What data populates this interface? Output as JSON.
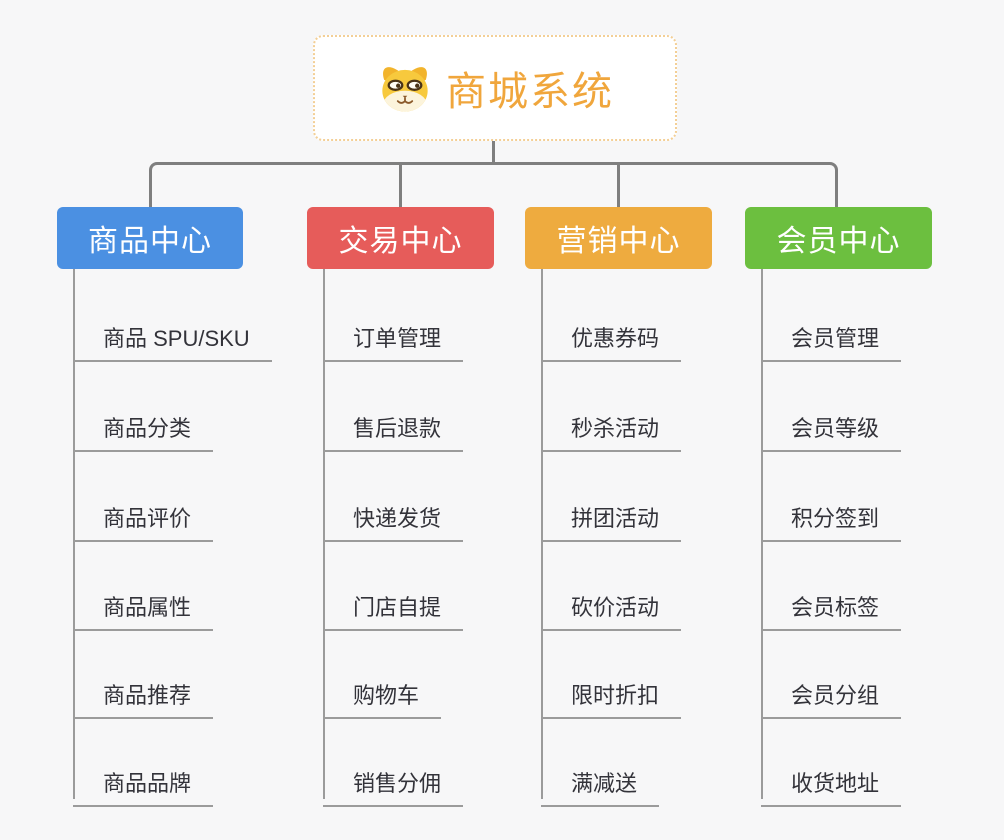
{
  "canvas": {
    "background": "#f7f7f8",
    "connector_color": "#7f7f7f",
    "underline_color": "#9b9b9b",
    "leaf_text_color": "#33333a"
  },
  "root": {
    "title": "商城系统",
    "title_color": "#f0a63c",
    "border_color": "#f3cf96",
    "icon": "shiba-dog-icon"
  },
  "branches": [
    {
      "label": "商品中心",
      "color": "#4b90e2",
      "items": [
        "商品 SPU/SKU",
        "商品分类",
        "商品评价",
        "商品属性",
        "商品推荐",
        "商品品牌"
      ]
    },
    {
      "label": "交易中心",
      "color": "#e65c5a",
      "items": [
        "订单管理",
        "售后退款",
        "快递发货",
        "门店自提",
        "购物车",
        "销售分佣"
      ]
    },
    {
      "label": "营销中心",
      "color": "#eeab3f",
      "items": [
        "优惠券码",
        "秒杀活动",
        "拼团活动",
        "砍价活动",
        "限时折扣",
        "满减送"
      ]
    },
    {
      "label": "会员中心",
      "color": "#6cbf3f",
      "items": [
        "会员管理",
        "会员等级",
        "积分签到",
        "会员标签",
        "会员分组",
        "收货地址"
      ]
    }
  ]
}
